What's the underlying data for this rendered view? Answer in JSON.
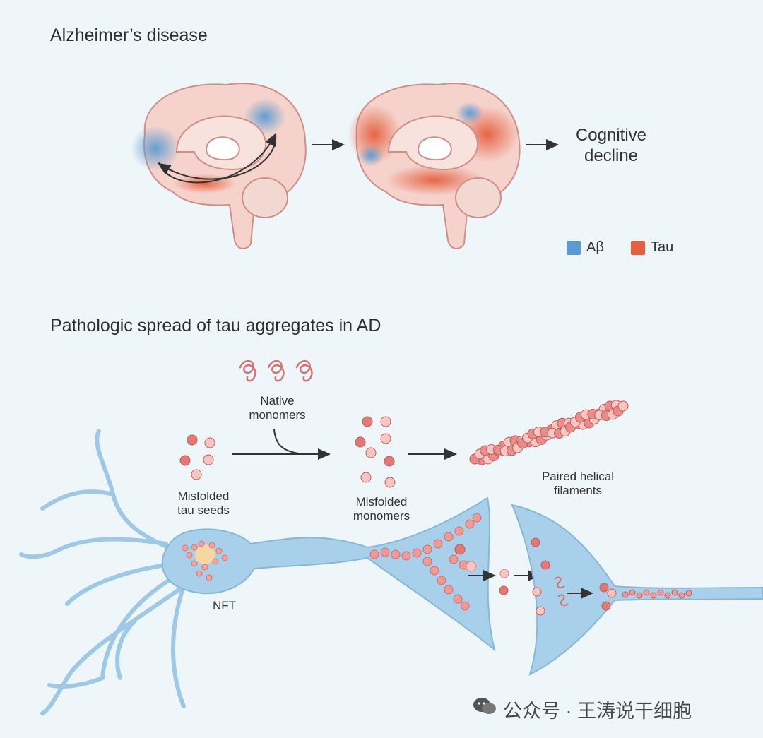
{
  "titles": {
    "top": "Alzheimer’s disease",
    "bottom": "Pathologic spread of tau aggregates in AD"
  },
  "labels": {
    "cognitive_decline_1": "Cognitive",
    "cognitive_decline_2": "decline",
    "native_1": "Native",
    "native_2": "monomers",
    "seeds_1": "Misfolded",
    "seeds_2": "tau seeds",
    "misfolded_1": "Misfolded",
    "misfolded_2": "monomers",
    "phf_1": "Paired helical",
    "phf_2": "filaments",
    "nft": "NFT"
  },
  "legend": [
    {
      "label": "Aβ",
      "color": "#5b9bd1"
    },
    {
      "label": "Tau",
      "color": "#e4603f"
    }
  ],
  "colors": {
    "background": "#eef6f9",
    "neuron": "#9ec9e6",
    "neuron_edge": "#7fb2d6",
    "tau": "#e4603f",
    "abeta": "#5b9bd1",
    "aggregate": "#e98c8c",
    "aggregate_light": "#f6c6c2",
    "arrow": "#333333"
  },
  "watermark": "公众号 · 王涛说干细胞"
}
